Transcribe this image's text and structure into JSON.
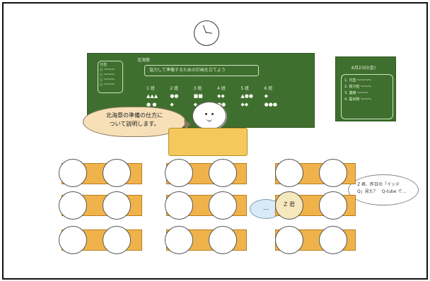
{
  "board": {
    "title": "北海祭",
    "mainline": "協力して準備するための計画を立てよう",
    "legend": {
      "heading": "分担",
      "items": [
        "○ ～～～",
        "○ ～～～",
        "○ ～～～",
        "○ ～～～"
      ]
    },
    "columns": [
      {
        "label": "1 班",
        "row1": "▲▲▲",
        "row2": "● ●"
      },
      {
        "label": "2 班",
        "row1": "●●",
        "row2": "◆"
      },
      {
        "label": "3 班",
        "row1": "■■",
        "row2": "◆"
      },
      {
        "label": "4 班",
        "row1": "◆◆",
        "row2": "●●"
      },
      {
        "label": "5 班",
        "row1": "▲●●",
        "row2": "◆◆"
      },
      {
        "label": "6 班",
        "row1": "◆",
        "row2": "●●●"
      }
    ]
  },
  "right_board": {
    "date": "6月23日(金)",
    "items": [
      "1. 日直 ～～～～",
      "2. 係分担 ～～～",
      "3. 連絡 ～～～",
      "4. 提出物 ～～～"
    ]
  },
  "teacher_bubble": {
    "line1": "北海祭の準備の仕方に",
    "line2": "ついて説明します。"
  },
  "student_bubble": {
    "line1": "Z 君、昨日の「イッテ",
    "line2": "Q」見た？　Q-tube で…"
  },
  "small_bubble": {
    "text": "…"
  },
  "nameplate": "Z 君"
}
